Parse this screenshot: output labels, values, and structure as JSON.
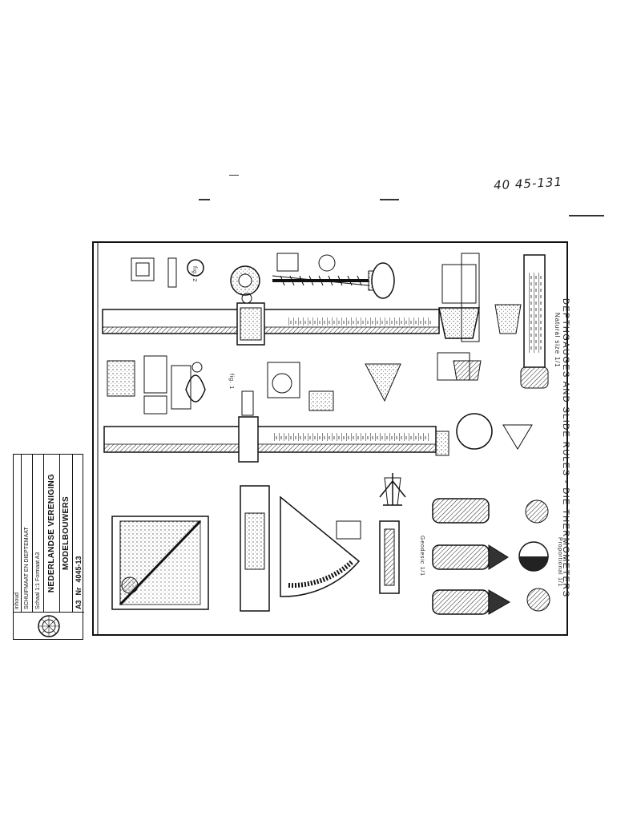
{
  "document": {
    "handwritten_number": "40 45-131",
    "plate_title": "DEPTHGAUGES AND SLIDE RULES - DIE THERMOMETERS",
    "scale_note": "Natural size 1/1",
    "fig_labels": [
      "fig. 1",
      "fig. 2",
      "Geodesic 1/1",
      "Proportional 1/1"
    ]
  },
  "title_block": {
    "logo": "nvm-seal-icon",
    "header": "inhoud",
    "row1": "SCHUIFMAAT EN DIEPTEMAAT",
    "row2": "Schaal 1:1   Formaat A3",
    "organisation_line1": "NEDERLANDSE VERENIGING",
    "organisation_line2": "MODELBOUWERS",
    "format_label": "A3",
    "number_label": "Nr",
    "number_value": "4045-13"
  },
  "colors": {
    "ink": "#111111",
    "paper": "#ffffff",
    "stipple": "#666666"
  }
}
